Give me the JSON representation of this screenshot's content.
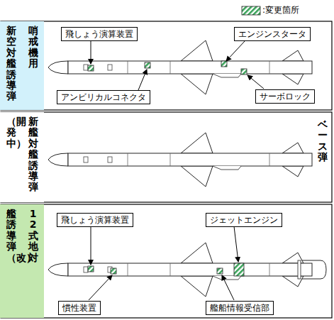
{
  "diagram": {
    "nodes": [
      {
        "text": [
          "哨戒機用",
          "新空対艦誘導弾"
        ]
      },
      {
        "text": [
          "飛しょう演算装置"
        ]
      },
      {
        "text": [
          "エンジンスタータ"
        ]
      },
      {
        "text": [
          "アンビリカルコネクタ"
        ]
      },
      {
        "text": [
          "サーボロック"
        ]
      },
      {
        "text": [
          "新艦対艦誘導弾",
          "（開発中）"
        ]
      },
      {
        "text": [
          "12式地対",
          "艦誘導弾（改）"
        ]
      },
      {
        "text": [
          "飛しょう演算装置"
        ]
      },
      {
        "text": [
          "ジェットエンジン"
        ]
      },
      {
        "text": [
          "慣性装置"
        ]
      },
      {
        "text": [
          "艦船情報受信部"
        ]
      }
    ],
    "labels": [
      "ベース弾"
    ],
    "legend": [
      {
        "text": ":変更箇所"
      }
    ]
  }
}
